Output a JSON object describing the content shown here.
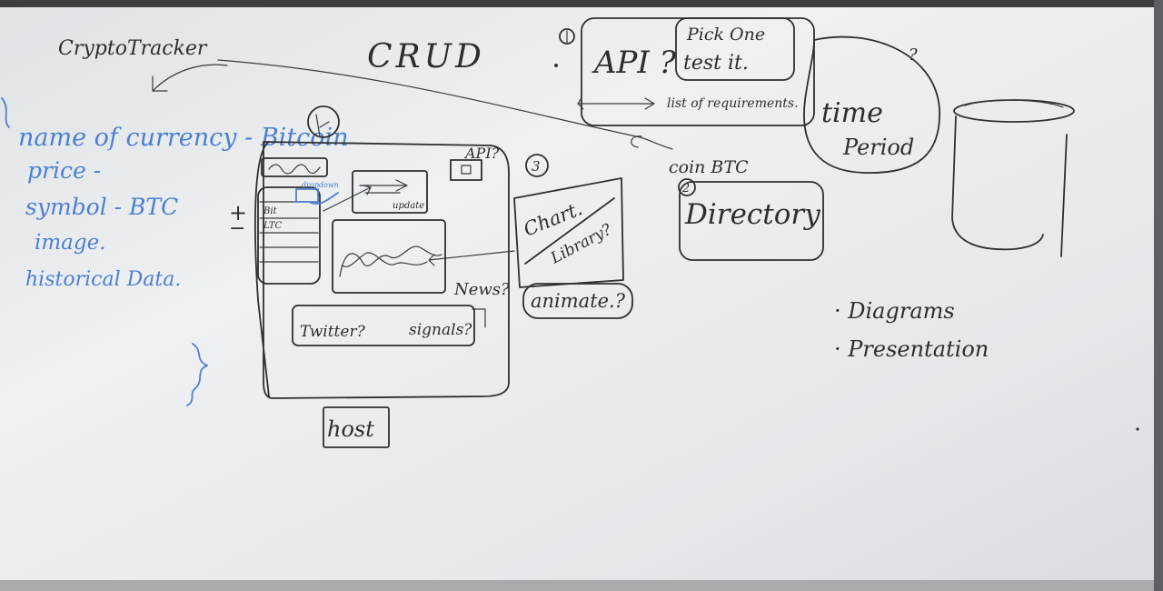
{
  "board": {
    "background": "#e9ecef",
    "ink_black": "#2f2f2f",
    "ink_blue": "#4d7fd0"
  },
  "notes": {
    "title": "CryptoTracker",
    "crud": "CRUD",
    "fields": [
      "name of currency - Bitcoin",
      "price -",
      "symbol - BTC",
      "image.",
      "historical Data."
    ],
    "api_number": "①",
    "api": "API ?",
    "pick_one": "Pick One",
    "test_it": "test it.",
    "list_requirements": "list of requirements.",
    "time": "time",
    "period": "Period",
    "coin_btc": "coin  BTC",
    "directory_number": "②",
    "directory": "Directory",
    "chart_number": "③",
    "chart": "Chart.",
    "library": "Library?",
    "animate": "animate.?",
    "api_q": "API?",
    "news": "News?",
    "twitter": "Twitter?",
    "signals": "signals?",
    "update": "update",
    "dropdown": "dropdown",
    "mock_rows": [
      "Bit",
      "LTC",
      "",
      "",
      ""
    ],
    "host": "host",
    "diagrams": "· Diagrams",
    "presentation": "· Presentation",
    "plus": "+",
    "minus": "−",
    "question": "?"
  }
}
